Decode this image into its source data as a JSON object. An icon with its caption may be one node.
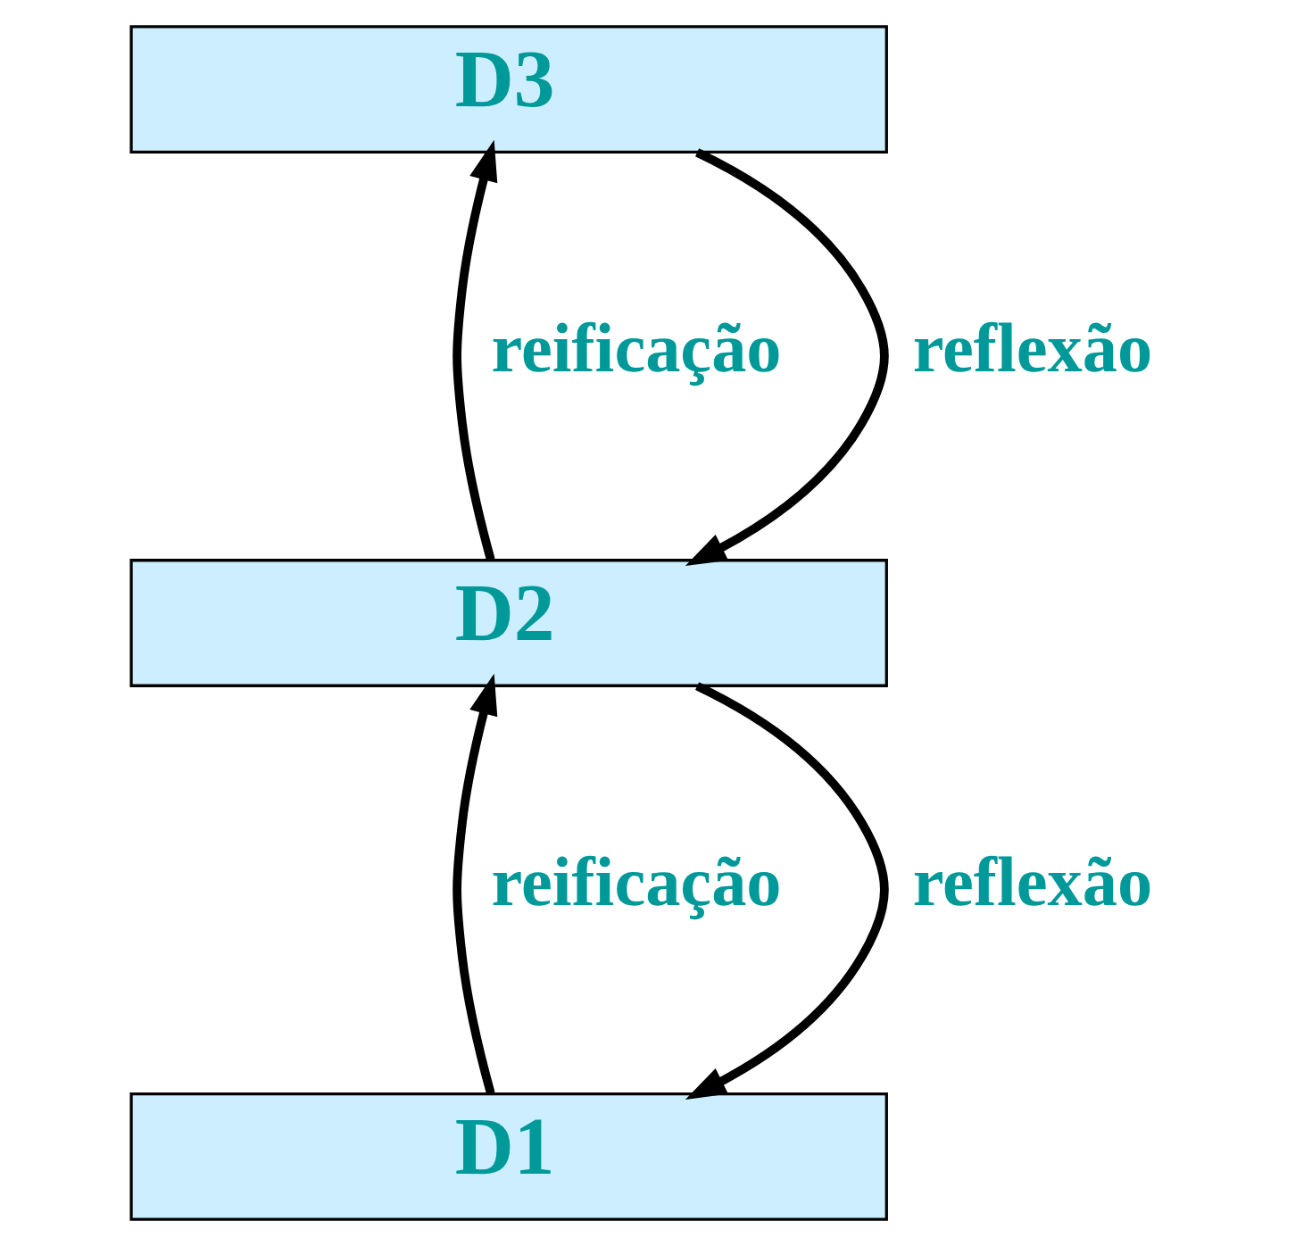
{
  "diagram": {
    "nodes": [
      {
        "text": [
          "D3"
        ]
      },
      {
        "text": [
          "D2"
        ]
      },
      {
        "text": [
          "D1"
        ]
      }
    ],
    "edges": [
      {
        "from": 1,
        "to": 0,
        "arrow": "to",
        "label": "reificação"
      },
      {
        "from": 0,
        "to": 1,
        "arrow": "to",
        "label": "reflexão"
      },
      {
        "from": 2,
        "to": 1,
        "arrow": "to",
        "label": "reificação"
      },
      {
        "from": 1,
        "to": 2,
        "arrow": "to",
        "label": "reflexão"
      }
    ]
  }
}
